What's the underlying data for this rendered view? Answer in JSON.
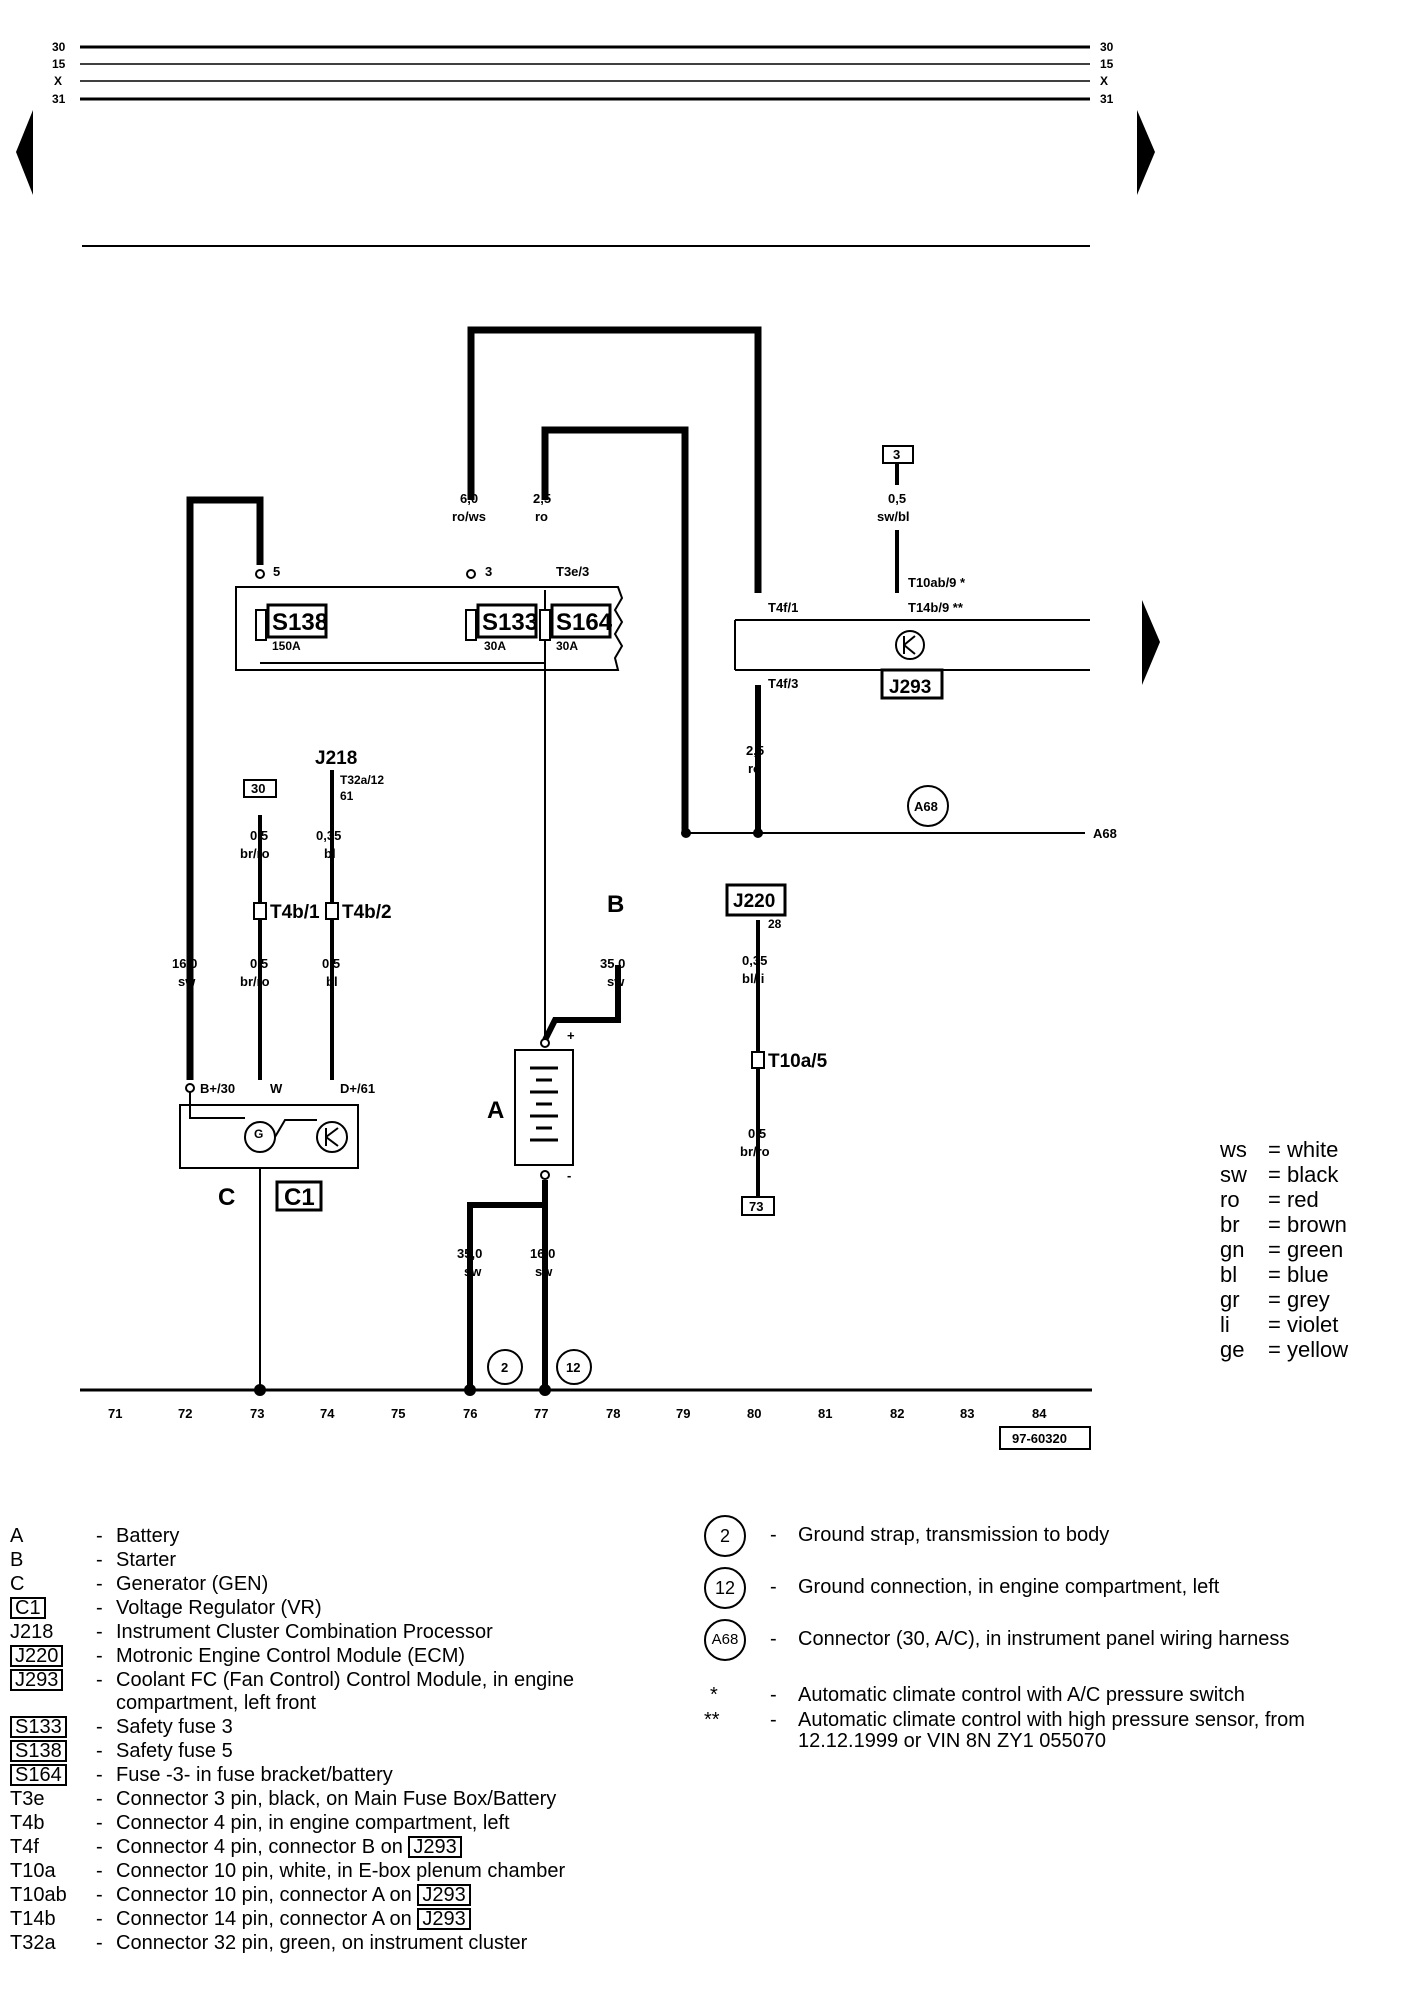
{
  "rails": {
    "left": [
      "30",
      "15",
      "X",
      "31"
    ],
    "right": [
      "30",
      "15",
      "X",
      "31"
    ]
  },
  "components": {
    "battery": "A",
    "starter": "B",
    "generator": "C",
    "regulator": "C1",
    "cluster": "J218",
    "ecm": "J220",
    "fan_control": "J293",
    "fuse_s133": "S133",
    "fuse_s138": "S138",
    "fuse_s164": "S164",
    "fuse_s133_rating": "30A",
    "fuse_s138_rating": "150A",
    "fuse_s164_rating": "30A",
    "fuse_note": "3",
    "fuse_note_main": "5",
    "t3e_pin": "T3e/3"
  },
  "wires": [
    {
      "size": "6,0",
      "color": "ro/ws"
    },
    {
      "size": "2,5",
      "color": "ro"
    },
    {
      "size": "0,5",
      "color": "sw/bl"
    },
    {
      "size": "2,5",
      "color": "ro"
    },
    {
      "size": "0,5",
      "color": "br/ro"
    },
    {
      "size": "0,35",
      "color": "bl"
    },
    {
      "size": "0,5",
      "color": "br/ro"
    },
    {
      "size": "0,5",
      "color": "bl"
    },
    {
      "size": "16,0",
      "color": "sw"
    },
    {
      "size": "35,0",
      "color": "sw"
    },
    {
      "size": "0,35",
      "color": "bl/li"
    },
    {
      "size": "0,5",
      "color": "br/ro"
    },
    {
      "size": "35,0",
      "color": "sw"
    },
    {
      "size": "16,0",
      "color": "sw"
    }
  ],
  "connectors": {
    "t10ab": "T10ab/9 *",
    "t14b": "T14b/9 **",
    "t4f1": "T4f/1",
    "t4f3": "T4f/3",
    "t32a": "T32a/12",
    "t32a_pin": "61",
    "t4b1": "T4b/1",
    "t4b2": "T4b/2",
    "t10a": "T10a/5",
    "j220_pin": "28",
    "ref30": "30",
    "ref3": "3",
    "ref73": "73",
    "gen_b": "B+/30",
    "gen_w": "W",
    "gen_d": "D+/61",
    "a68": "A68"
  },
  "grounds": [
    "2",
    "12"
  ],
  "track_numbers": [
    "71",
    "72",
    "73",
    "74",
    "75",
    "76",
    "77",
    "78",
    "79",
    "80",
    "81",
    "82",
    "83",
    "84"
  ],
  "diagram_id": "97-60320",
  "color_key": [
    {
      "code": "ws",
      "name": "= white"
    },
    {
      "code": "sw",
      "name": "= black"
    },
    {
      "code": "ro",
      "name": "= red"
    },
    {
      "code": "br",
      "name": "= brown"
    },
    {
      "code": "gn",
      "name": "= green"
    },
    {
      "code": "bl",
      "name": "= blue"
    },
    {
      "code": "gr",
      "name": "= grey"
    },
    {
      "code": "li",
      "name": "= violet"
    },
    {
      "code": "ge",
      "name": "= yellow"
    }
  ],
  "legend_left": [
    {
      "code": "A",
      "desc": "Battery"
    },
    {
      "code": "B",
      "desc": "Starter"
    },
    {
      "code": "C",
      "desc": "Generator (GEN)"
    },
    {
      "code": "C1",
      "desc": "Voltage Regulator (VR)"
    },
    {
      "code": "J218",
      "desc": "Instrument Cluster Combination Processor"
    },
    {
      "code": "J220",
      "desc": "Motronic Engine Control Module (ECM)"
    },
    {
      "code": "J293",
      "desc": "Coolant FC (Fan Control) Control Module, in engine",
      "desc2": "compartment, left front"
    },
    {
      "code": "S133",
      "desc": "Safety fuse 3"
    },
    {
      "code": "S138",
      "desc": "Safety fuse 5"
    },
    {
      "code": "S164",
      "desc": "Fuse -3- in fuse bracket/battery"
    },
    {
      "code": "T3e",
      "desc": "Connector 3 pin, black, on Main Fuse Box/Battery"
    },
    {
      "code": "T4b",
      "desc": "Connector 4 pin, in engine compartment, left"
    },
    {
      "code": "T4f",
      "desc": "Connector 4 pin, connector B on",
      "ref": "J293"
    },
    {
      "code": "T10a",
      "desc": "Connector 10 pin, white, in E-box plenum chamber"
    },
    {
      "code": "T10ab",
      "desc": "Connector 10 pin, connector A on",
      "ref": "J293"
    },
    {
      "code": "T14b",
      "desc": "Connector 14 pin, connector A on",
      "ref": "J293"
    },
    {
      "code": "T32a",
      "desc": "Connector 32 pin, green, on instrument cluster"
    }
  ],
  "legend_right": [
    {
      "symbol": "2",
      "desc": "Ground strap, transmission to body"
    },
    {
      "symbol": "12",
      "desc": "Ground connection, in engine compartment, left"
    },
    {
      "symbol": "A68",
      "desc": "Connector (30, A/C), in instrument panel wiring harness"
    },
    {
      "symbol": "*",
      "desc": "Automatic climate control with A/C pressure switch"
    },
    {
      "symbol": "**",
      "desc": "Automatic climate control with high pressure sensor, from",
      "desc2": "12.12.1999 or VIN 8N ZY1 055070"
    }
  ]
}
